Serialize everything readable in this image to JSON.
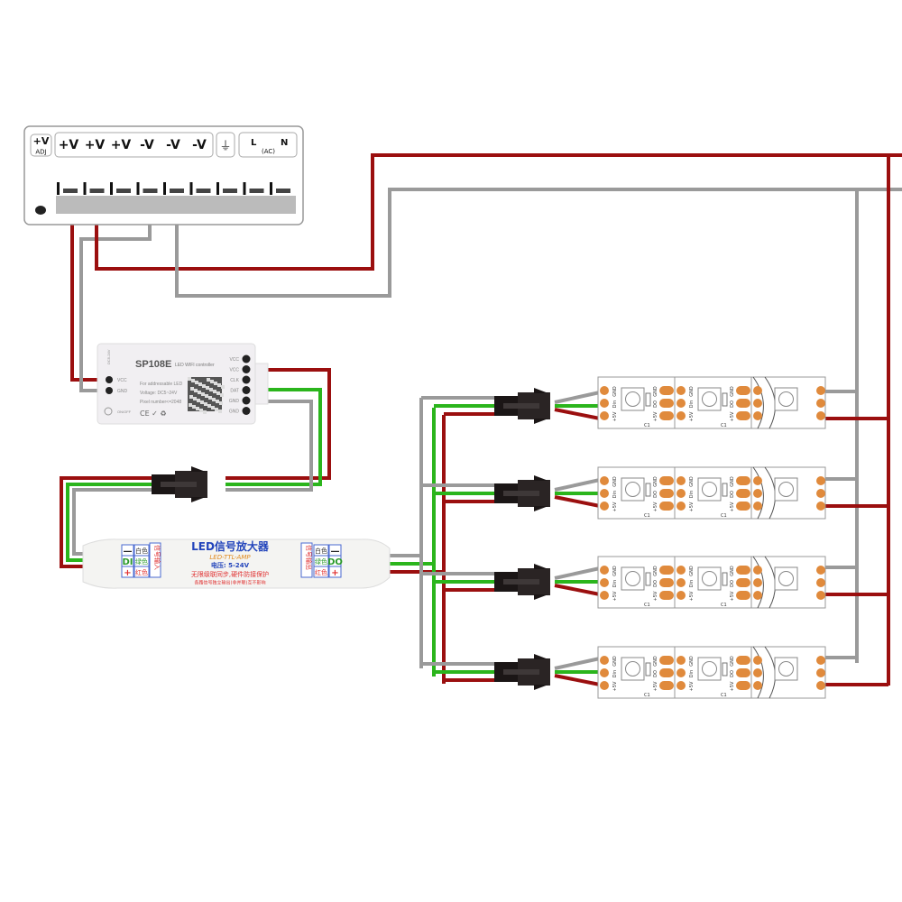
{
  "colors": {
    "red_wire": "#9b0f0f",
    "green_wire": "#2bb51c",
    "gray_wire": "#9a9a9a",
    "connector": "#1b1616",
    "pad": "#e08a3c"
  },
  "power_supply": {
    "terminals": [
      "+V",
      "+V",
      "+V",
      "-V",
      "-V",
      "-V"
    ],
    "adj_top": "+V",
    "adj_bottom": "ADJ",
    "ground_symbol": "⏚",
    "ac_l": "L",
    "ac_label": "(AC)",
    "ac_n": "N"
  },
  "controller": {
    "model": "SP108E",
    "subtitle": "LED WIFI controller",
    "line1": "For addressable LED",
    "line2": "Voltage: DC5~24V",
    "line3": "Pixel number<=2048",
    "in_pins": [
      "VCC",
      "GND"
    ],
    "out_pins": [
      "VCC",
      "VCC",
      "CLK",
      "DAT",
      "GND",
      "GND"
    ],
    "button_label": "ON/OFF",
    "marks": "CE ✓ ♻",
    "dc_label": "DC5-24V"
  },
  "amplifier": {
    "title": "LED信号放大器",
    "subtitle": "LED-TTL-AMP",
    "voltage": "电压: 5-24V",
    "line1": "无限级联同步,硬件防接保护",
    "line2": "各路信号独立输出(非并联)互不影响",
    "left_pins": [
      {
        "sym": "—",
        "color": "白色"
      },
      {
        "sym": "DI",
        "color": "绿色"
      },
      {
        "sym": "+",
        "color": "红色"
      }
    ],
    "left_side": "信号输入",
    "right_pins": [
      {
        "sym": "—",
        "color": "白色"
      },
      {
        "sym": "DO",
        "color": "绿色"
      },
      {
        "sym": "+",
        "color": "红色"
      }
    ],
    "right_side": "信号输出"
  },
  "strip": {
    "labels_in": [
      "GND",
      "Din",
      "+5V"
    ],
    "labels_out": [
      "GND",
      "DO",
      "+5V"
    ],
    "cap": "C1"
  },
  "strip_count": 4
}
